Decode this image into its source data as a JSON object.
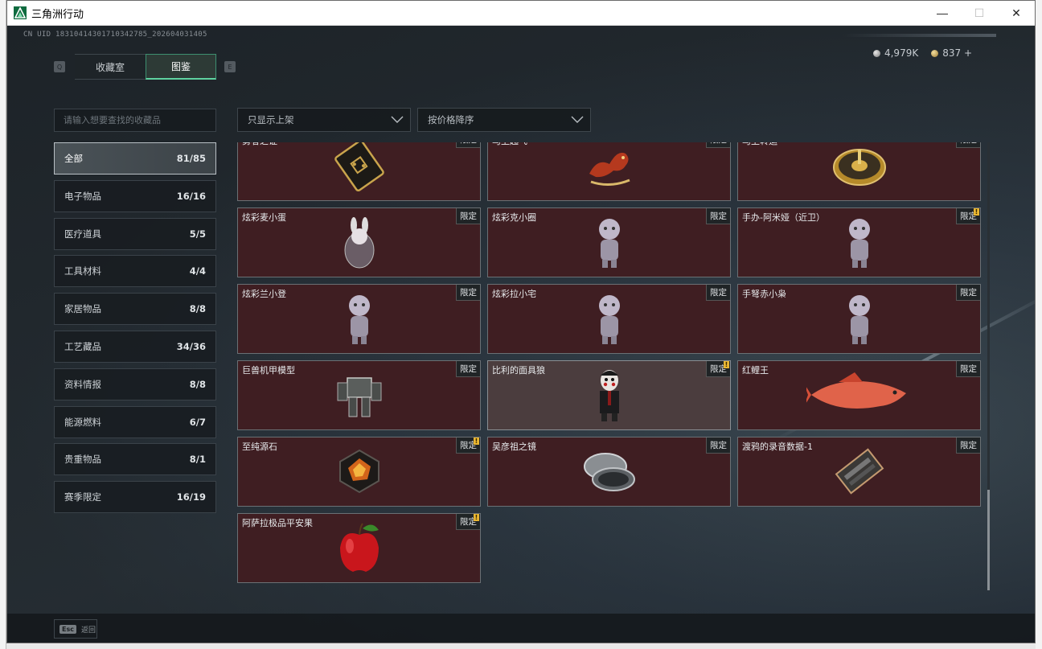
{
  "window": {
    "title": "三角洲行动",
    "minimize": "—",
    "maximize": "☐",
    "close": "✕"
  },
  "header": {
    "uid": "CN UID 18310414301710342785_202604031405",
    "currency_silver": "4,979K",
    "currency_gold": "837 +",
    "key_left": "Q",
    "key_right": "E"
  },
  "tabs": [
    {
      "label": "收藏室",
      "active": false
    },
    {
      "label": "图鉴",
      "active": true
    }
  ],
  "search": {
    "placeholder": "请输入想要查找的收藏品",
    "value": ""
  },
  "filters": {
    "shelf": "只显示上架",
    "sort": "按价格降序"
  },
  "categories": [
    {
      "label": "全部",
      "count": "81/85",
      "active": true
    },
    {
      "label": "电子物品",
      "count": "16/16"
    },
    {
      "label": "医疗道具",
      "count": "5/5"
    },
    {
      "label": "工具材料",
      "count": "4/4"
    },
    {
      "label": "家居物品",
      "count": "8/8"
    },
    {
      "label": "工艺藏品",
      "count": "34/36"
    },
    {
      "label": "资料情报",
      "count": "8/8"
    },
    {
      "label": "能源燃料",
      "count": "6/7"
    },
    {
      "label": "贵重物品",
      "count": "8/1"
    },
    {
      "label": "赛季限定",
      "count": "16/19"
    }
  ],
  "items": [
    {
      "name": "勇者之证",
      "tag": "限定",
      "icon": "card-icon",
      "alert": false
    },
    {
      "name": "马上起飞",
      "tag": "限定",
      "icon": "horse-icon",
      "alert": false
    },
    {
      "name": "马上转运",
      "tag": "限定",
      "icon": "wheel-icon",
      "alert": false
    },
    {
      "name": "炫彩麦小蛋",
      "tag": "限定",
      "icon": "bunny-egg-icon",
      "alert": false
    },
    {
      "name": "炫彩克小圈",
      "tag": "限定",
      "icon": "figure-icon",
      "alert": false
    },
    {
      "name": "手办-阿米娅（近卫）",
      "tag": "限定",
      "icon": "figure-icon",
      "alert": true
    },
    {
      "name": "炫彩兰小登",
      "tag": "限定",
      "icon": "figure-icon",
      "alert": false
    },
    {
      "name": "炫彩拉小宅",
      "tag": "限定",
      "icon": "figure-icon",
      "alert": false
    },
    {
      "name": "手弩赤小枭",
      "tag": "限定",
      "icon": "figure-icon",
      "alert": false
    },
    {
      "name": "巨兽机甲模型",
      "tag": "限定",
      "icon": "mech-icon",
      "alert": false
    },
    {
      "name": "比利的面具狼",
      "tag": "限定",
      "icon": "puppet-icon",
      "alert": true
    },
    {
      "name": "红鲤王",
      "tag": "限定",
      "icon": "fish-icon",
      "alert": false
    },
    {
      "name": "至纯源石",
      "tag": "限定",
      "icon": "crystal-icon",
      "alert": true
    },
    {
      "name": "吴彦祖之镜",
      "tag": "限定",
      "icon": "mirror-icon",
      "alert": false
    },
    {
      "name": "渡鸦的录音数据-1",
      "tag": "限定",
      "icon": "recorder-icon",
      "alert": false
    },
    {
      "name": "阿萨拉极品平安果",
      "tag": "限定",
      "icon": "apple-icon",
      "alert": true
    }
  ],
  "footer": {
    "esc_key": "Esc",
    "esc_label": "返回"
  }
}
